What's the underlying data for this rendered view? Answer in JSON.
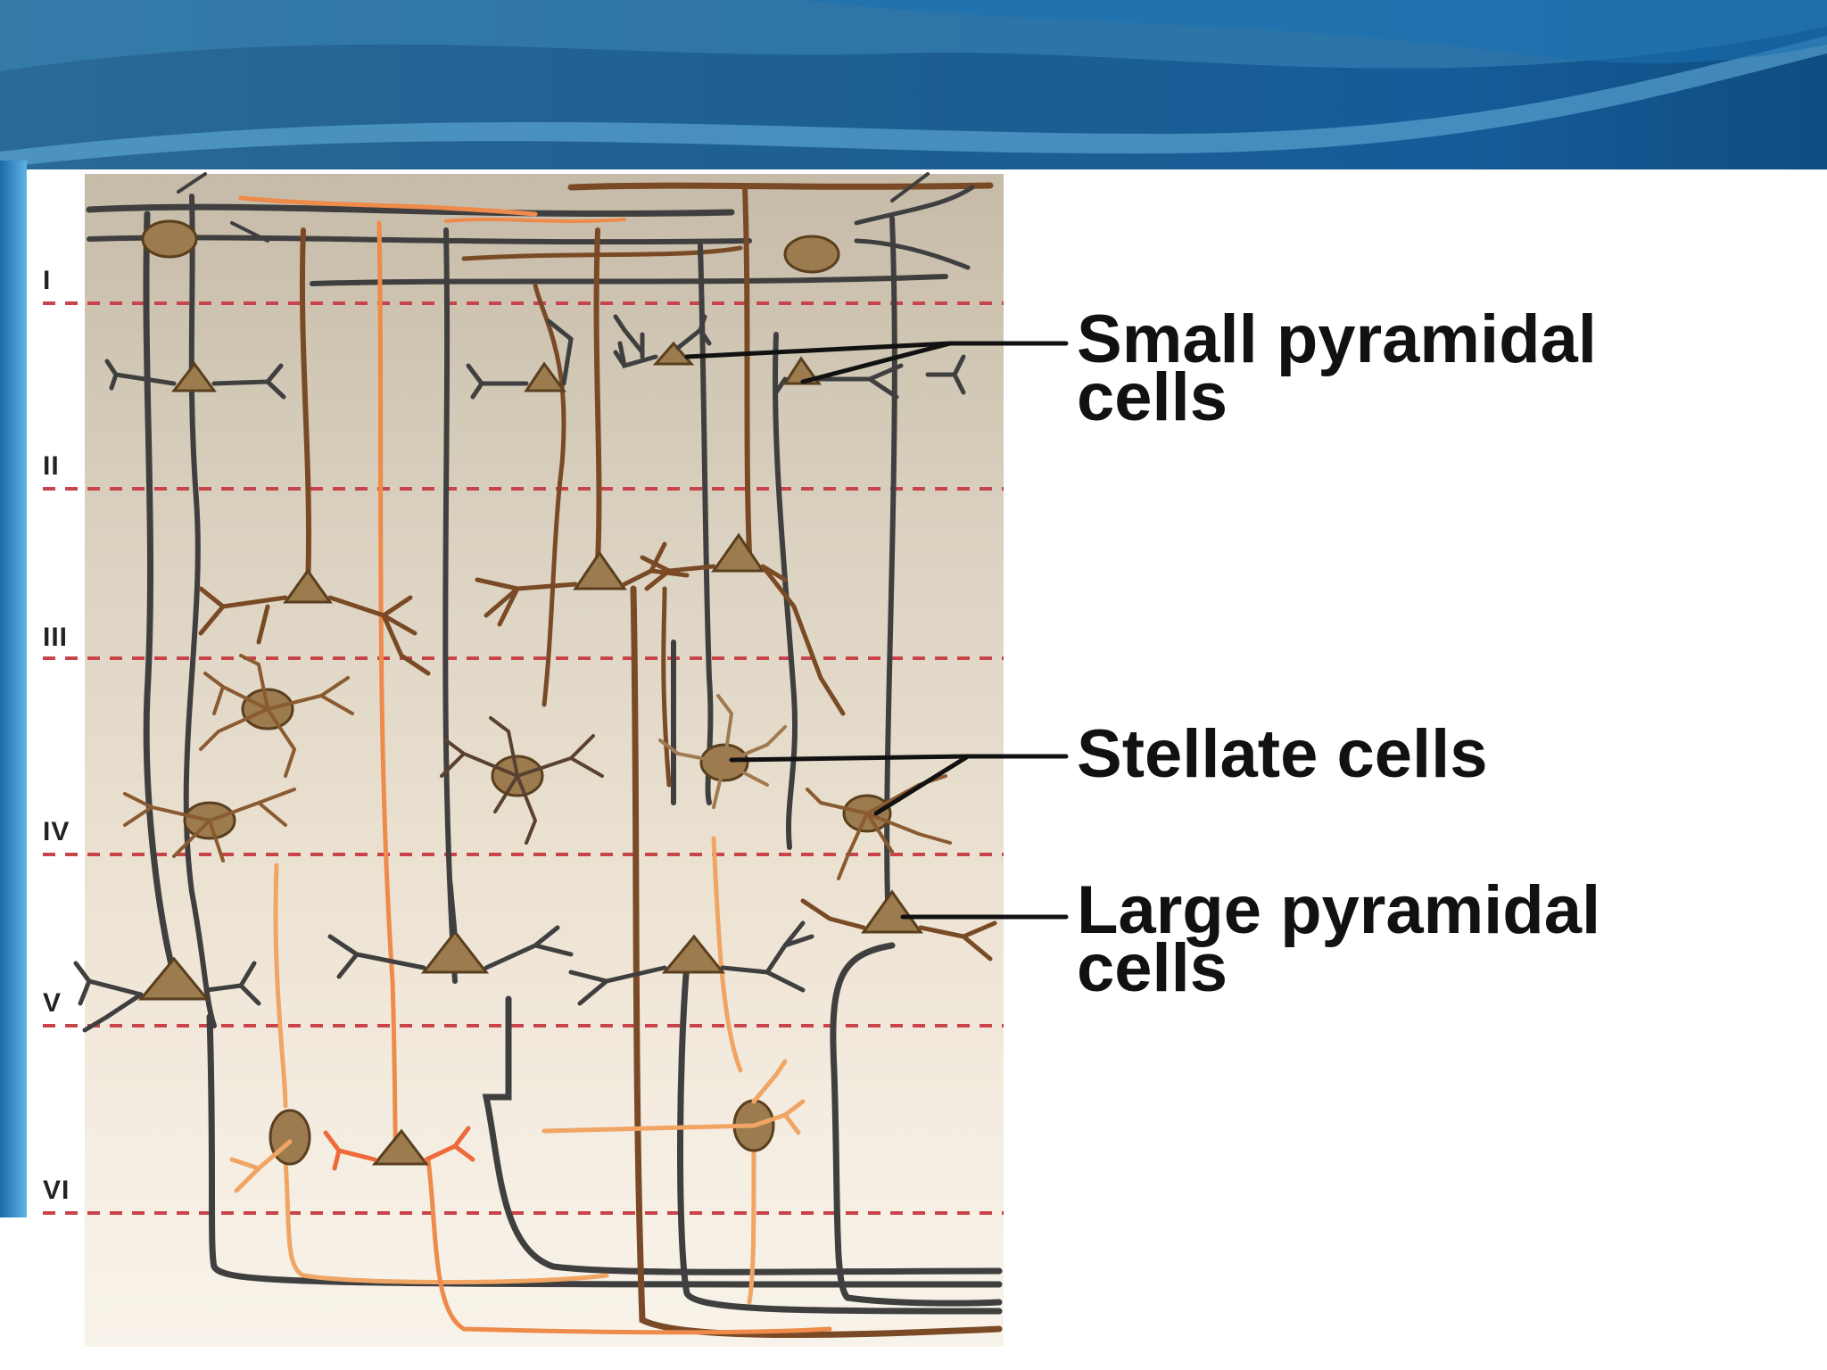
{
  "labels": {
    "small_pyramidal": [
      "Small pyramidal",
      "cells"
    ],
    "stellate": "Stellate cells",
    "large_pyramidal": [
      "Large pyramidal",
      "cells"
    ]
  },
  "layers": [
    "I",
    "II",
    "III",
    "IV",
    "V",
    "VI"
  ],
  "colors": {
    "header_dark": "#114a78",
    "header_light": "#4aa3d8",
    "strip": "#3a8fcb",
    "layer_line": "#c8444a",
    "gray_neuron": "#3f3f3f",
    "brown_neuron": "#7a4a26",
    "orange_neuron": "#ee8a4a",
    "soma": "#8a6a3e"
  }
}
